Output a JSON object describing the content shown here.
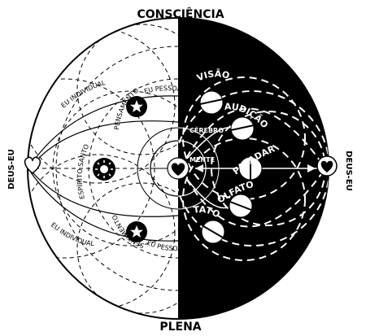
{
  "title_top": "CONSCIÊNCIA",
  "title_bottom": "PLENA",
  "left_label": "DEUS-EU",
  "right_label": "DEUS-EU",
  "center_label": "MENTE",
  "brain_label": "CÉREBRO",
  "left_labels": {
    "eu_individual_top": "EU INDIVIDUAL",
    "eu_pessoal_top": "EU PESSOAL",
    "pensamento": "PENSAMENTO",
    "espirito_santo": "ESPÍRITO SANTO",
    "sentimento": "SENTIMENTO",
    "eu_individual_bottom": "EU INDIVIDUAL",
    "eu_pessoal_bottom": "EU PESSOAL"
  },
  "senses": [
    "VISÃO",
    "AUDIÇÃO",
    "PALADAR",
    "OLFATO",
    "TATO"
  ],
  "icons": [
    "heart-icon",
    "star-icon",
    "sun-icon",
    "planet-icon"
  ],
  "colors": {
    "dark_half": "#000000",
    "light_half": "#ffffff",
    "line": "#000000"
  }
}
